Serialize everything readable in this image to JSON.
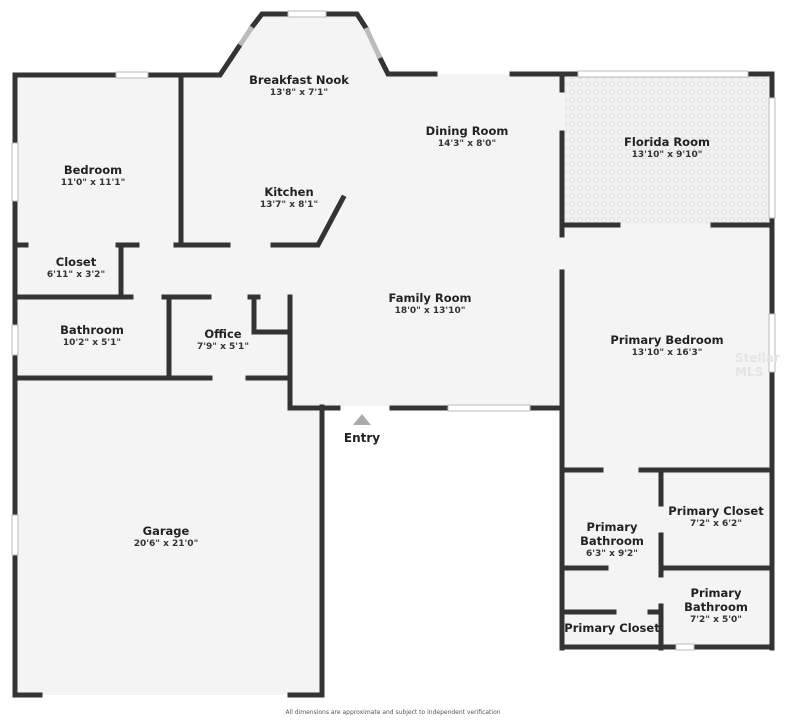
{
  "floorplan": {
    "rooms": [
      {
        "id": "breakfast-nook",
        "name": "Breakfast Nook",
        "dimensions": "13'8\" x 7'1\""
      },
      {
        "id": "bedroom",
        "name": "Bedroom",
        "dimensions": "11'0\" x 11'1\""
      },
      {
        "id": "kitchen",
        "name": "Kitchen",
        "dimensions": "13'7\" x 8'1\""
      },
      {
        "id": "dining-room",
        "name": "Dining Room",
        "dimensions": "14'3\" x 8'0\""
      },
      {
        "id": "florida-room",
        "name": "Florida Room",
        "dimensions": "13'10\" x 9'10\""
      },
      {
        "id": "closet",
        "name": "Closet",
        "dimensions": "6'11\" x 3'2\""
      },
      {
        "id": "family-room",
        "name": "Family Room",
        "dimensions": "18'0\" x 13'10\""
      },
      {
        "id": "bathroom",
        "name": "Bathroom",
        "dimensions": "10'2\" x 5'1\""
      },
      {
        "id": "office",
        "name": "Office",
        "dimensions": "7'9\" x 5'1\""
      },
      {
        "id": "primary-bedroom",
        "name": "Primary Bedroom",
        "dimensions": "13'10\" x 16'3\""
      },
      {
        "id": "garage",
        "name": "Garage",
        "dimensions": "20'6\" x 21'0\""
      },
      {
        "id": "primary-closet-1",
        "name": "Primary Closet",
        "dimensions": "7'2\" x 6'2\""
      },
      {
        "id": "primary-bathroom-1",
        "name": "Primary Bathroom",
        "dimensions": "6'3\" x 9'2\""
      },
      {
        "id": "primary-bathroom-2",
        "name": "Primary Bathroom",
        "dimensions": "7'2\" x 5'0\""
      },
      {
        "id": "primary-closet-2",
        "name": "Primary Closet",
        "dimensions": ""
      }
    ],
    "entry_label": "Entry",
    "disclaimer": "All dimensions are approximate and subject to independent verification",
    "watermark": "Stellar MLS",
    "colors": {
      "wall": "#333333",
      "floor": "#f4f4f4",
      "tile": "#e9e9e9",
      "background": "#ffffff",
      "entry_arrow": "#aaaaaa"
    }
  }
}
